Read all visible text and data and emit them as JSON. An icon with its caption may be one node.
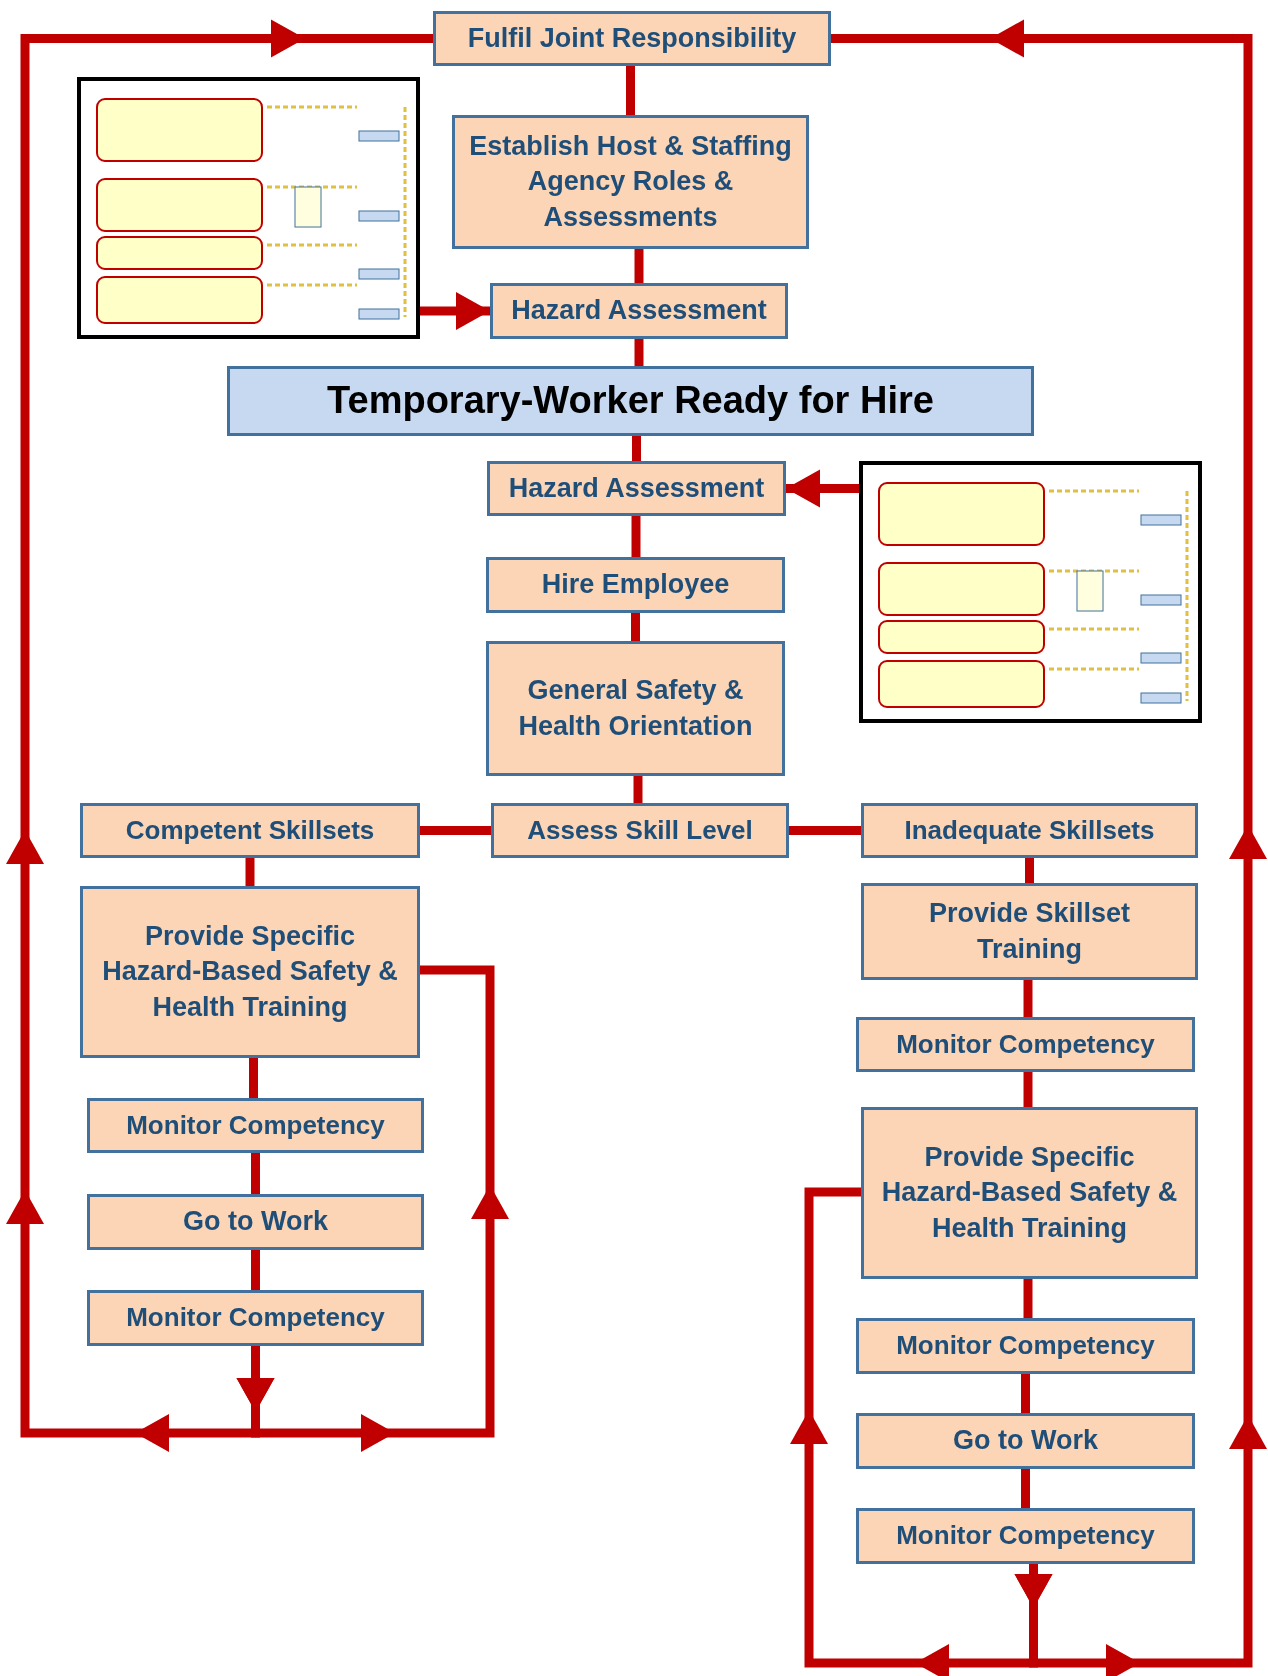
{
  "diagram": {
    "nodes": [
      {
        "text": [
          "Fulfil Joint Responsibility"
        ]
      },
      {
        "text": [
          "Establish Host & Staffing Agency Roles & Assessments"
        ]
      },
      {
        "text": [],
        "shape": "picture"
      },
      {
        "text": [
          "Hazard Assessment"
        ]
      },
      {
        "text": [
          "Temporary-Worker Ready for Hire"
        ]
      },
      {
        "text": [
          "Hazard Assessment"
        ]
      },
      {
        "text": [],
        "shape": "picture"
      },
      {
        "text": [
          "Hire Employee"
        ]
      },
      {
        "text": [
          "General Safety & Health Orientation"
        ]
      },
      {
        "text": [
          "Competent Skillsets"
        ]
      },
      {
        "text": [
          "Assess Skill Level"
        ]
      },
      {
        "text": [
          "Inadequate Skillsets"
        ]
      },
      {
        "text": [
          "Provide Specific Hazard-Based Safety & Health Training"
        ]
      },
      {
        "text": [
          "Monitor Competency"
        ]
      },
      {
        "text": [
          "Go to Work"
        ]
      },
      {
        "text": [
          "Monitor Competency"
        ]
      },
      {
        "text": [
          "Provide Skillset Training"
        ]
      },
      {
        "text": [
          "Monitor Competency"
        ]
      },
      {
        "text": [
          "Provide Specific Hazard-Based Safety & Health Training"
        ]
      },
      {
        "text": [
          "Monitor Competency"
        ]
      },
      {
        "text": [
          "Go to Work"
        ]
      },
      {
        "text": [
          "Monitor Competency"
        ]
      }
    ],
    "edges": [
      {
        "from": 0,
        "to": 1,
        "arrow": "none"
      },
      {
        "from": 1,
        "to": 3,
        "arrow": "none"
      },
      {
        "from": 2,
        "to": 3,
        "arrow": "to"
      },
      {
        "from": 3,
        "to": 4,
        "arrow": "none"
      },
      {
        "from": 4,
        "to": 5,
        "arrow": "none"
      },
      {
        "from": 6,
        "to": 5,
        "arrow": "to"
      },
      {
        "from": 5,
        "to": 7,
        "arrow": "none"
      },
      {
        "from": 7,
        "to": 8,
        "arrow": "none"
      },
      {
        "from": 8,
        "to": 10,
        "arrow": "none"
      },
      {
        "from": 10,
        "to": 9,
        "arrow": "none"
      },
      {
        "from": 10,
        "to": 11,
        "arrow": "none"
      },
      {
        "from": 9,
        "to": 12,
        "arrow": "none"
      },
      {
        "from": 12,
        "to": 13,
        "arrow": "none"
      },
      {
        "from": 13,
        "to": 14,
        "arrow": "none"
      },
      {
        "from": 14,
        "to": 15,
        "arrow": "none"
      },
      {
        "from": 11,
        "to": 16,
        "arrow": "none"
      },
      {
        "from": 16,
        "to": 17,
        "arrow": "none"
      },
      {
        "from": 17,
        "to": 18,
        "arrow": "none"
      },
      {
        "from": 18,
        "to": 19,
        "arrow": "none"
      },
      {
        "from": 19,
        "to": 20,
        "arrow": "none"
      },
      {
        "from": 20,
        "to": 21,
        "arrow": "none"
      },
      {
        "from": 15,
        "to": 0,
        "arrow": "to"
      },
      {
        "from": 15,
        "to": 12,
        "arrow": "to"
      },
      {
        "from": 21,
        "to": 0,
        "arrow": "to"
      },
      {
        "from": 21,
        "to": 18,
        "arrow": "to"
      }
    ]
  }
}
